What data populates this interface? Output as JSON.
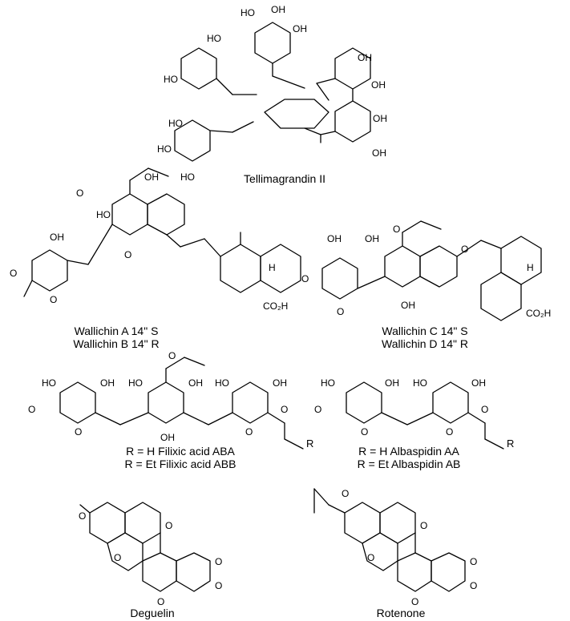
{
  "figure": {
    "compounds": [
      {
        "id": "tellimagrandin",
        "name": "Tellimagrandin II"
      },
      {
        "id": "wallichin-ab",
        "lines": [
          "Wallichin A 14\" S",
          "Wallichin B 14\" R"
        ]
      },
      {
        "id": "wallichin-cd",
        "lines": [
          "Wallichin C 14\" S",
          "Wallichin D 14\" R"
        ]
      },
      {
        "id": "filixic",
        "lines": [
          "R = H   Filixic acid ABA",
          "R = Et  Filixic acid ABB"
        ]
      },
      {
        "id": "albaspidin",
        "lines": [
          "R = H   Albaspidin AA",
          "R = Et  Albaspidin AB"
        ]
      },
      {
        "id": "deguelin",
        "name": "Deguelin"
      },
      {
        "id": "rotenone",
        "name": "Rotenone"
      }
    ],
    "atom_labels": {
      "oh": "OH",
      "ho": "HO",
      "o": "O",
      "h": "H",
      "r": "R",
      "co2h": "CO₂H"
    }
  }
}
